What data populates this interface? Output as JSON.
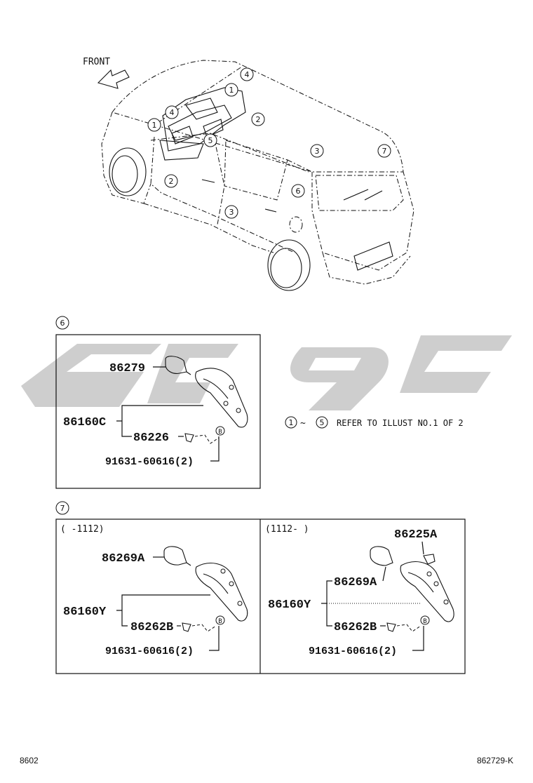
{
  "front_label": "FRONT",
  "car_callouts": {
    "c1a": "1",
    "c1b": "1",
    "c2a": "2",
    "c2b": "2",
    "c3a": "3",
    "c3b": "3",
    "c4a": "4",
    "c4b": "4",
    "c5": "5",
    "c6": "6",
    "c7": "7"
  },
  "section6": {
    "number": "6",
    "parts": {
      "p86279": "86279",
      "p86160C": "86160C",
      "p86226": "86226",
      "p91631": "91631-60616(2)"
    },
    "clip_letter": "B"
  },
  "refer_note": {
    "from": "1",
    "tilde": "~",
    "to": "5",
    "text": "REFER TO ILLUST NO.1 OF 2"
  },
  "section7": {
    "number": "7",
    "left": {
      "range": "(  -1112)",
      "parts": {
        "p86269A": "86269A",
        "p86160Y": "86160Y",
        "p86262B": "86262B",
        "p91631": "91631-60616(2)"
      },
      "clip_letter": "B"
    },
    "right": {
      "range": "(1112-  )",
      "parts": {
        "p86225A": "86225A",
        "p86269A": "86269A",
        "p86160Y": "86160Y",
        "p86262B": "86262B",
        "p91631": "91631-60616(2)"
      },
      "clip_letter": "B"
    }
  },
  "footer": {
    "left": "8602",
    "right": "862729-K"
  },
  "watermark_color": "#c9c9c9"
}
